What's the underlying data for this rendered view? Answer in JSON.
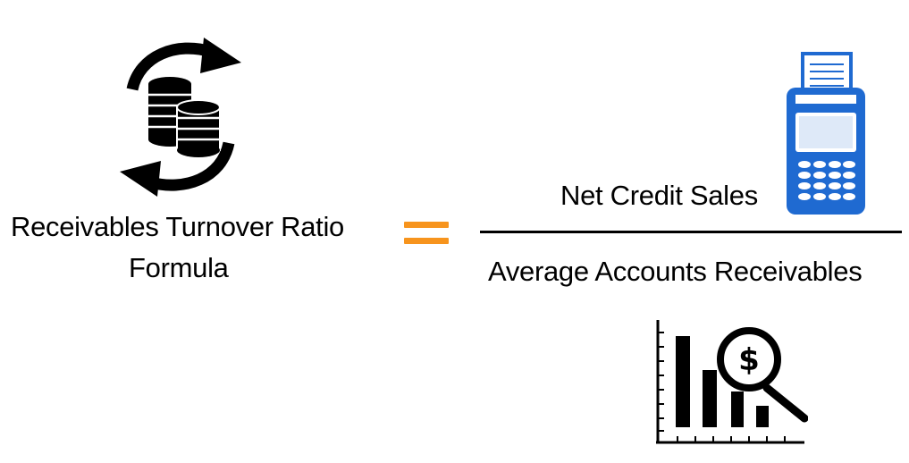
{
  "formula": {
    "title_line_1": "Receivables Turnover Ratio",
    "title_line_2": "Formula",
    "equals_symbol": "=",
    "numerator": "Net Credit Sales",
    "denominator": "Average Accounts Receivables"
  },
  "icons": {
    "turnover": "coins-cycle-icon",
    "pos_terminal": "card-terminal-icon",
    "analysis": "dollar-chart-magnifier-icon",
    "dollar_sign": "$"
  },
  "colors": {
    "equals": "#f7941d",
    "terminal": "#1f6ad1",
    "text": "#000000"
  }
}
